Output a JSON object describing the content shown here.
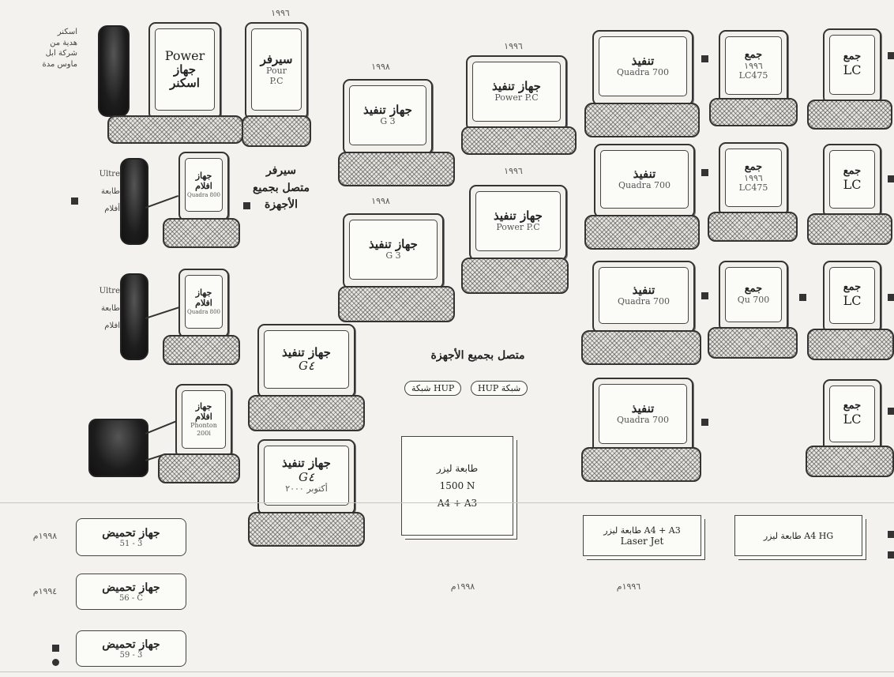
{
  "header": {
    "year_top_1": "١٩٩٦",
    "year_top_2": "١٩٩٦",
    "year_top_3": "١٩٩٨",
    "year_mid_1": "١٩٩٦",
    "year_mid_2": "١٩٩٨"
  },
  "left_caption": [
    "اسكنر",
    "هدية من",
    "شركة ابل",
    "ماوس مدة"
  ],
  "scanner_computer": {
    "l1": "Power",
    "l2": "جهاز",
    "l3": "اسكنر"
  },
  "server_top": {
    "l1": "سيرفر",
    "l2": "Pour",
    "l3": "P.C"
  },
  "server_label": [
    "سيرفر",
    "متصل بجميع",
    "الأجهزة"
  ],
  "film_units": [
    {
      "title": "جهاز",
      "sub": "افلام",
      "model": "Quadra 800",
      "printer_label": [
        "Ultre",
        "طابعة",
        "أفلام"
      ]
    },
    {
      "title": "جهاز",
      "sub": "افلام",
      "model": "Quadra 800",
      "printer_label": [
        "Ultre",
        "طابعة",
        "افلام"
      ]
    },
    {
      "title": "جهاز",
      "sub": "افلام",
      "model": "Phonton 200i",
      "printer_label": []
    }
  ],
  "exec_g3": [
    {
      "l1": "جهاز تنفيذ",
      "l2": "G 3"
    },
    {
      "l1": "جهاز تنفيذ",
      "l2": "G 3"
    }
  ],
  "exec_power": [
    {
      "l1": "جهاز تنفيذ",
      "l2": "Power P.C"
    },
    {
      "l1": "جهاز تنفيذ",
      "l2": "Power P.C"
    }
  ],
  "exec_g4": [
    {
      "l1": "جهاز تنفيذ",
      "l2": "G٤",
      "l3": ""
    },
    {
      "l1": "جهاز تنفيذ",
      "l2": "G٤",
      "l3": "أكتوبر ٢٠٠٠"
    }
  ],
  "network": {
    "title": "متصل بجميع الأجهزة",
    "left_pill": "HUP شبكة",
    "right_pill": "شبكة HUP"
  },
  "laser_1500": {
    "l1": "طابعة ليزر",
    "l2": "1500 N",
    "l3": "A4 + A3",
    "year": "١٩٩٨م"
  },
  "laser_jet": {
    "l1": "طابعة ليزر A4 + A3",
    "l2": "Laser Jet",
    "year": "١٩٩٦م"
  },
  "laser_hg": {
    "l1": "طابعة ليزر A4 HG"
  },
  "exec_quadra": [
    {
      "l1": "تنفيذ",
      "l2": "Quadra 700"
    },
    {
      "l1": "تنفيذ",
      "l2": "Quadra 700"
    },
    {
      "l1": "تنفيذ",
      "l2": "Quadra 700"
    },
    {
      "l1": "تنفيذ",
      "l2": "Quadra 700"
    }
  ],
  "typeset_mid": [
    {
      "l1": "جمع",
      "l2": "١٩٩٦",
      "l3": "LC475"
    },
    {
      "l1": "جمع",
      "l2": "١٩٩٦",
      "l3": "LC475"
    },
    {
      "l1": "جمع",
      "l2": "Qu 700",
      "l3": ""
    }
  ],
  "typeset_lc": [
    {
      "l1": "جمع",
      "l2": "LC"
    },
    {
      "l1": "جمع",
      "l2": "LC"
    },
    {
      "l1": "جمع",
      "l2": "LC"
    },
    {
      "l1": "جمع",
      "l2": "LC"
    }
  ],
  "crop_devices": [
    {
      "l1": "جهاز تحميض",
      "l2": "51 - 3",
      "year": "١٩٩٨م"
    },
    {
      "l1": "جهاز تحميض",
      "l2": "56 - C",
      "year": "١٩٩٤م"
    },
    {
      "l1": "جهاز تحميض",
      "l2": "59 - 3",
      "year": ""
    }
  ]
}
